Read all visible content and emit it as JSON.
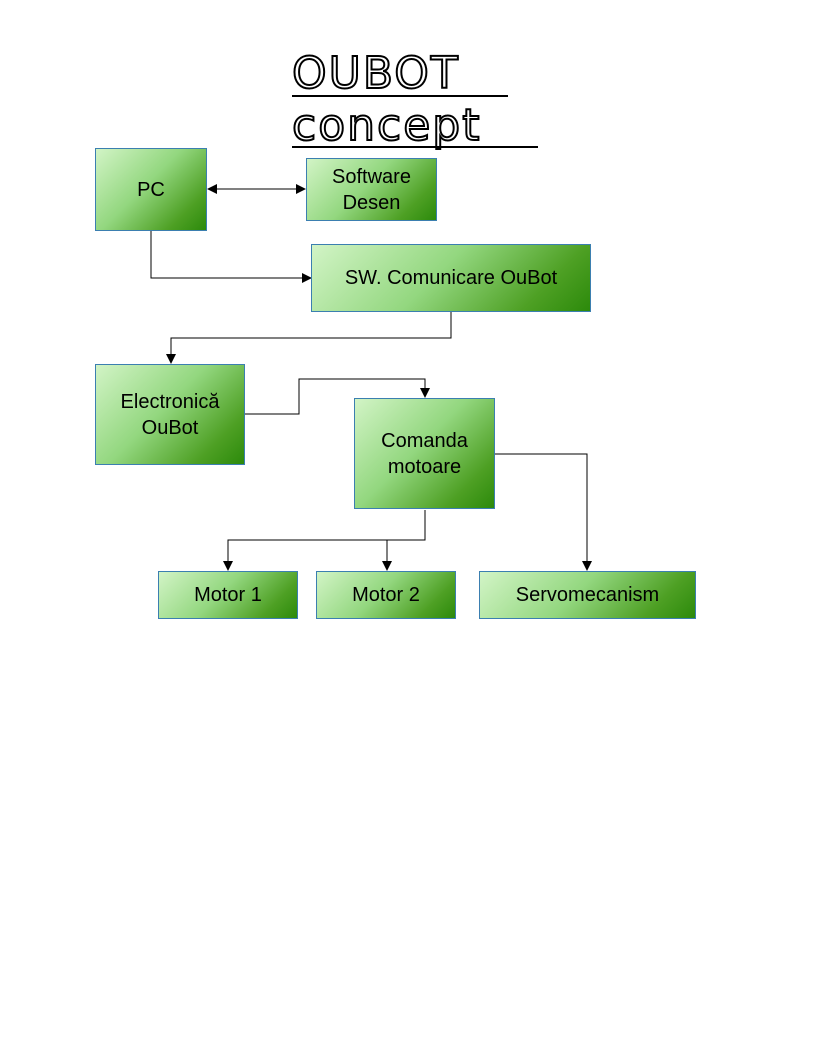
{
  "title": {
    "line1": "OUBOT",
    "line2": "concept"
  },
  "nodes": {
    "pc": "PC",
    "software_desen": "Software\nDesen",
    "sw_comunicare": "SW. Comunicare OuBot",
    "electronica": "Electronică\nOuBot",
    "comanda_motoare": "Comanda\nmotoare",
    "motor1": "Motor 1",
    "motor2": "Motor 2",
    "servo": "Servomecanism"
  },
  "edges": [
    {
      "from": "pc",
      "to": "software_desen",
      "bidirectional": true
    },
    {
      "from": "pc",
      "to": "sw_comunicare"
    },
    {
      "from": "sw_comunicare",
      "to": "electronica"
    },
    {
      "from": "electronica",
      "to": "comanda_motoare"
    },
    {
      "from": "comanda_motoare",
      "to": "motor1"
    },
    {
      "from": "comanda_motoare",
      "to": "motor2"
    },
    {
      "from": "comanda_motoare",
      "to": "servo"
    }
  ],
  "colors": {
    "box_light": "#d2f4c6",
    "box_dark": "#2c8a0b",
    "box_border": "#3b7fb0",
    "connector": "#000000"
  }
}
